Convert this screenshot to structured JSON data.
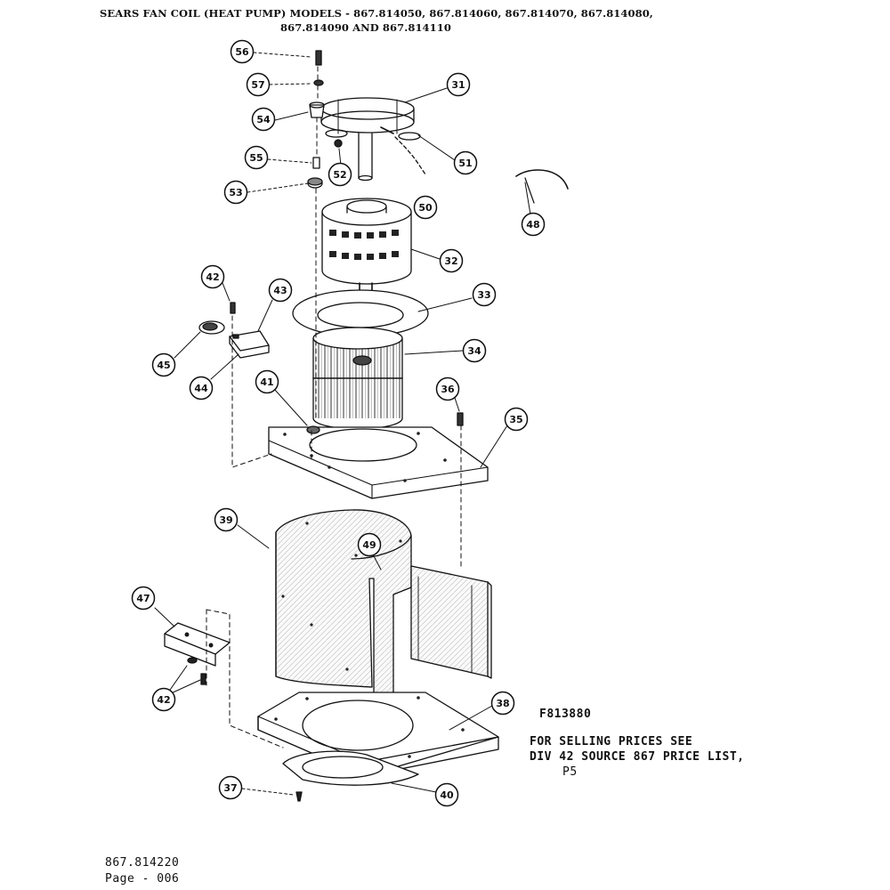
{
  "header": {
    "line1": "SEARS FAN COIL (HEAT PUMP) MODELS - 867.814050, 867.814060, 867.814070, 867.814080,",
    "line2": "867.814090 AND 867.814110"
  },
  "figure_code": "F813880",
  "pricing_note": {
    "line1": "FOR SELLING PRICES SEE",
    "line2": "DIV 42 SOURCE 867 PRICE LIST,",
    "line3": "P5"
  },
  "footer": {
    "model": "867.814220",
    "page": "Page - 006"
  },
  "parts": [
    {
      "label": "56"
    },
    {
      "label": "57"
    },
    {
      "label": "31"
    },
    {
      "label": "54"
    },
    {
      "label": "51"
    },
    {
      "label": "55"
    },
    {
      "label": "52"
    },
    {
      "label": "53"
    },
    {
      "label": "50"
    },
    {
      "label": "48"
    },
    {
      "label": "32"
    },
    {
      "label": "42"
    },
    {
      "label": "43"
    },
    {
      "label": "33"
    },
    {
      "label": "34"
    },
    {
      "label": "45"
    },
    {
      "label": "44"
    },
    {
      "label": "41"
    },
    {
      "label": "36"
    },
    {
      "label": "35"
    },
    {
      "label": "39"
    },
    {
      "label": "49"
    },
    {
      "label": "47"
    },
    {
      "label": "42"
    },
    {
      "label": "38"
    },
    {
      "label": "37"
    },
    {
      "label": "40"
    }
  ]
}
